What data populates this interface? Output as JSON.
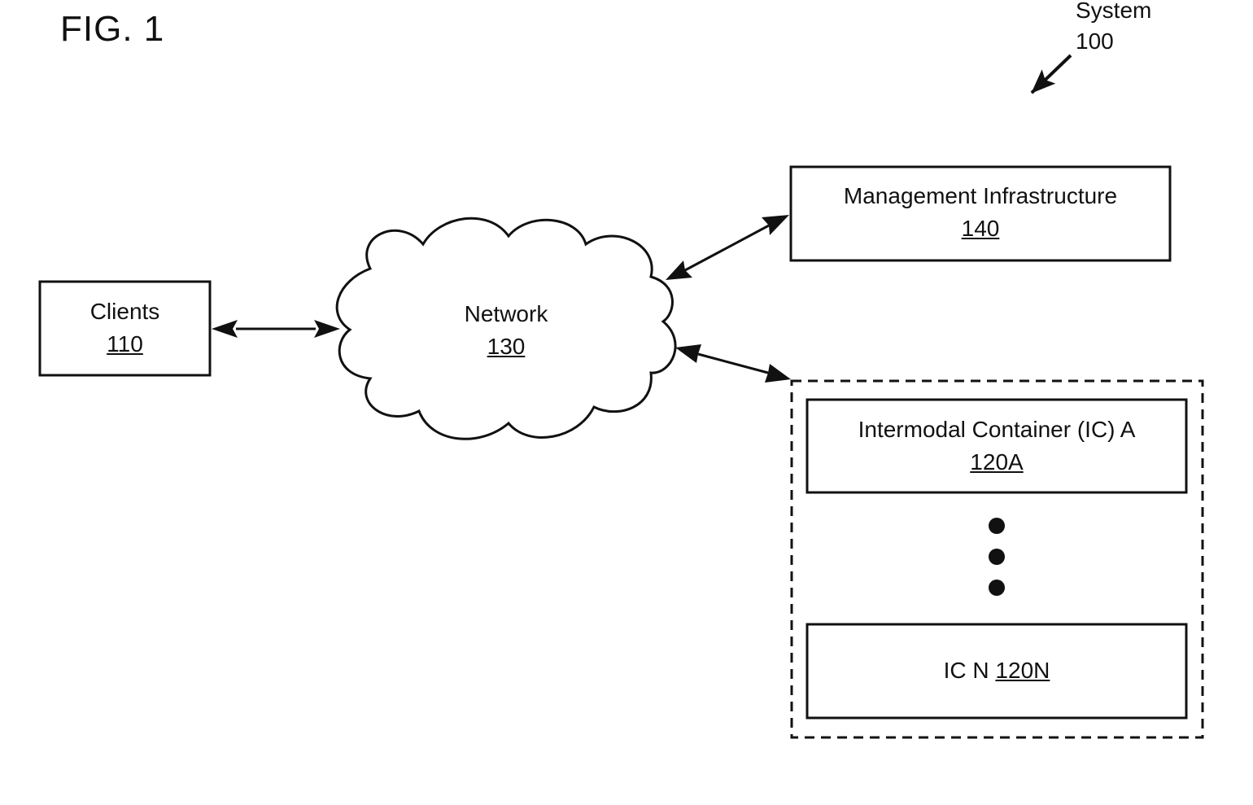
{
  "figure": {
    "title": "FIG. 1",
    "system_label": "System",
    "system_number": "100"
  },
  "nodes": {
    "clients": {
      "label": "Clients",
      "number": "110"
    },
    "network": {
      "label": "Network",
      "number": "130"
    },
    "management": {
      "label": "Management Infrastructure",
      "number": "140"
    },
    "ic_a": {
      "label": "Intermodal Container (IC) A",
      "number": "120A"
    },
    "ic_n": {
      "label": "IC N",
      "number": "120N"
    }
  },
  "style": {
    "stroke_color": "#111111",
    "background": "#ffffff"
  }
}
